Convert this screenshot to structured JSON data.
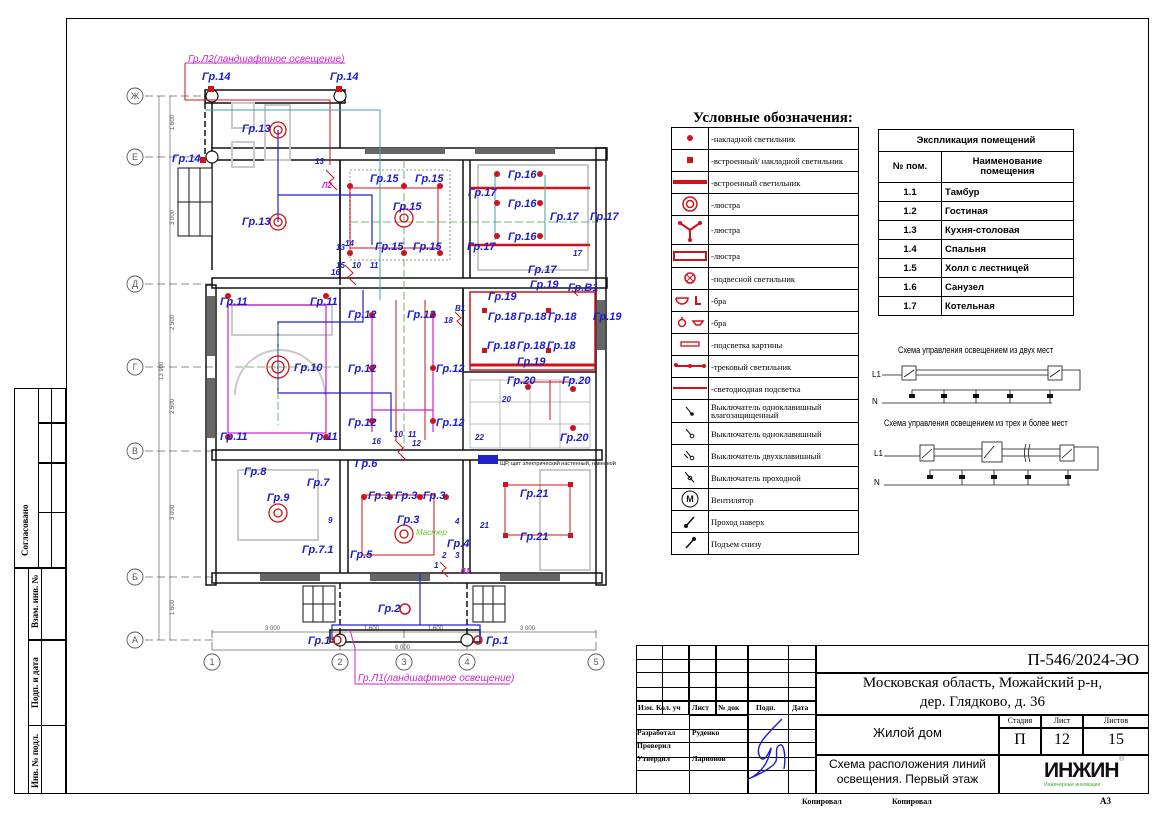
{
  "drawing": {
    "landscape_labels": {
      "top": "Гр.Л2(ландшафтное освещение)",
      "bottom": "Гр.Л1(ландшафтное освещение)"
    },
    "axes_rows": [
      "Ж",
      "Е",
      "Д",
      "Г",
      "В",
      "Б",
      "А"
    ],
    "axes_cols": [
      "1",
      "2",
      "3",
      "4",
      "5"
    ],
    "dimensions_vertical": [
      "1 600",
      "3 000",
      "2 500",
      "2 500",
      "3 000",
      "1 600"
    ],
    "dimension_total": "13 900",
    "dimensions_horizontal": [
      "3 000",
      "1 600",
      "1 600",
      "3 000"
    ],
    "dimension_h_total": "6 000",
    "group_labels": {
      "g1": "Гр.1",
      "g2": "Гр.2",
      "g3": "Гр.3",
      "g4": "Гр.4",
      "g5": "Гр.5",
      "g6": "Гр.6",
      "g7": "Гр.7",
      "g7_1": "Гр.7.1",
      "g8": "Гр.8",
      "g9": "Гр.9",
      "g10": "Гр.10",
      "g11": "Гр.11",
      "g12": "Гр.12",
      "g13": "Гр.13",
      "g14": "Гр.14",
      "g15": "Гр.15",
      "g16": "Гр.16",
      "g17": "Гр.17",
      "g18": "Гр.18",
      "g19": "Гр.19",
      "g20": "Гр.20",
      "g21": "Гр.21",
      "gv1": "Гр.В1"
    },
    "switch_numbers": [
      "1",
      "2",
      "3",
      "4",
      "9",
      "10",
      "11",
      "12",
      "13",
      "14",
      "15",
      "16",
      "17",
      "18",
      "20",
      "21",
      "22",
      "В1",
      "Л1",
      "Л2"
    ],
    "master_label": "Мастер",
    "panel_label": "ЩР, щит электрический настенный, навесной"
  },
  "legend": {
    "title": "Условные обозначения:",
    "items": [
      {
        "icon": "surface-light-dot",
        "label": "-накладной светильник"
      },
      {
        "icon": "recessed-light-square",
        "label": "-встроенный/ накладной светильник"
      },
      {
        "icon": "recessed-light-bar",
        "label": "-встроенный светильник"
      },
      {
        "icon": "chandelier-rings",
        "label": "-люстра"
      },
      {
        "icon": "chandelier-three-arm",
        "label": "-люстра"
      },
      {
        "icon": "chandelier-rectangle",
        "label": "-люстра"
      },
      {
        "icon": "pendant-light-cross",
        "label": "-подвесной светильник"
      },
      {
        "icon": "wall-sconce-a",
        "label": "-бра"
      },
      {
        "icon": "wall-sconce-b",
        "label": "-бра"
      },
      {
        "icon": "picture-light",
        "label": "-подсветка картины"
      },
      {
        "icon": "track-light",
        "label": "-трековый светильник"
      },
      {
        "icon": "led-strip",
        "label": "-светодиодная подсветка"
      },
      {
        "icon": "switch-single-waterproof",
        "label": "Выключатель одноклавишный влагозащищенный"
      },
      {
        "icon": "switch-single",
        "label": "Выключатель одноклавишный"
      },
      {
        "icon": "switch-double",
        "label": "Выключатель двухклавишный"
      },
      {
        "icon": "switch-passthrough",
        "label": "Выключатель проходной"
      },
      {
        "icon": "fan-motor",
        "label": "Вентилятор"
      },
      {
        "icon": "riser-up",
        "label": "Проход наверх"
      },
      {
        "icon": "riser-from-below",
        "label": "Подъем снизу"
      }
    ]
  },
  "explication": {
    "title": "Экспликация помещений",
    "col_num": "№ пом.",
    "col_name": "Наименование помещения",
    "rows": [
      {
        "num": "1.1",
        "name": "Тамбур"
      },
      {
        "num": "1.2",
        "name": "Гостиная"
      },
      {
        "num": "1.3",
        "name": "Кухня-столовая"
      },
      {
        "num": "1.4",
        "name": "Спальня"
      },
      {
        "num": "1.5",
        "name": "Холл с лестницей"
      },
      {
        "num": "1.6",
        "name": "Санузел"
      },
      {
        "num": "1.7",
        "name": "Котельная"
      }
    ]
  },
  "schemes": {
    "two_places": {
      "title": "Схема управления освещением из двух мест",
      "l_label": "L1",
      "n_label": "N"
    },
    "three_places": {
      "title": "Схема управления освещением из трех и более мест",
      "l_label": "L1",
      "n_label": "N"
    }
  },
  "side_stamp": {
    "agreed": "Согласовано",
    "inv_replace": "Взам. инв. №",
    "sign_date": "Подп. и дата",
    "inv_orig": "Инв. № подл."
  },
  "title_block": {
    "code": "П-546/2024-ЭО",
    "address_line1": "Московская область, Можайский р-н,",
    "address_line2": "дер. Глядково, д. 36",
    "object": "Жилой дом",
    "sheet_title_line1": "Схема расположения линий",
    "sheet_title_line2": "освещения. Первый этаж",
    "stage_header": "Стадия",
    "sheet_header": "Лист",
    "sheets_header": "Листов",
    "stage": "П",
    "sheet": "12",
    "sheets": "15",
    "col_headers": [
      "Изм.",
      "Кол. уч",
      "Лист",
      "№ док",
      "Подп.",
      "Дата"
    ],
    "roles": [
      {
        "role": "Разработал",
        "name": "Руденко"
      },
      {
        "role": "Проверил",
        "name": ""
      },
      {
        "role": "Утвердил",
        "name": "Ларионов"
      }
    ],
    "logo_text": "ИНЖИН",
    "logo_sub": "Инженерные инновации",
    "logo_mark": "®",
    "copied_left": "Копировал",
    "copied_right": "Копировал",
    "format": "А3",
    "accent_colors": {
      "logo_dark": "#111111",
      "logo_green": "#3aa935",
      "lines_red": "#d0121b",
      "labels_blue": "#1c1cc8",
      "landscape_magenta": "#cc22cc"
    }
  }
}
